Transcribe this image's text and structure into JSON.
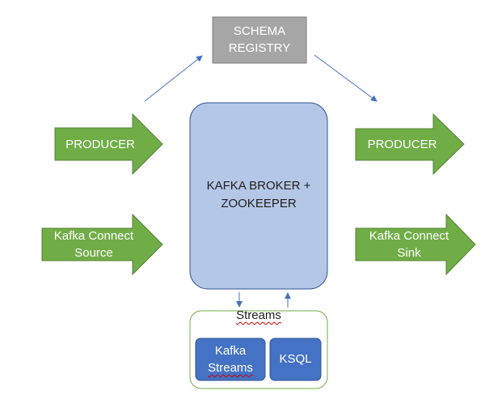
{
  "schema_registry": {
    "line1": "SCHEMA",
    "line2": "REGISTRY"
  },
  "broker": {
    "line1": "KAFKA BROKER +",
    "line2": "ZOOKEEPER"
  },
  "left": {
    "producer": "PRODUCER",
    "connect_line1": "Kafka Connect",
    "connect_line2": "Source"
  },
  "right": {
    "producer": "PRODUCER",
    "connect_line1": "Kafka Connect",
    "connect_line2": "Sink"
  },
  "streams": {
    "title": "Streams",
    "kafka_streams_line1": "Kafka",
    "kafka_streams_line2": "Streams",
    "ksql": "KSQL"
  },
  "colors": {
    "arrow_green": "#70ad47",
    "arrow_green_border": "#548235",
    "broker_fill": "#b4c7e7",
    "broker_border": "#2f5597",
    "schema_fill": "#a6a6a6",
    "schema_border": "#7f7f7f",
    "streams_border": "#70ad47",
    "streams_box_fill": "#4472c4",
    "connector_blue": "#4472c4"
  }
}
